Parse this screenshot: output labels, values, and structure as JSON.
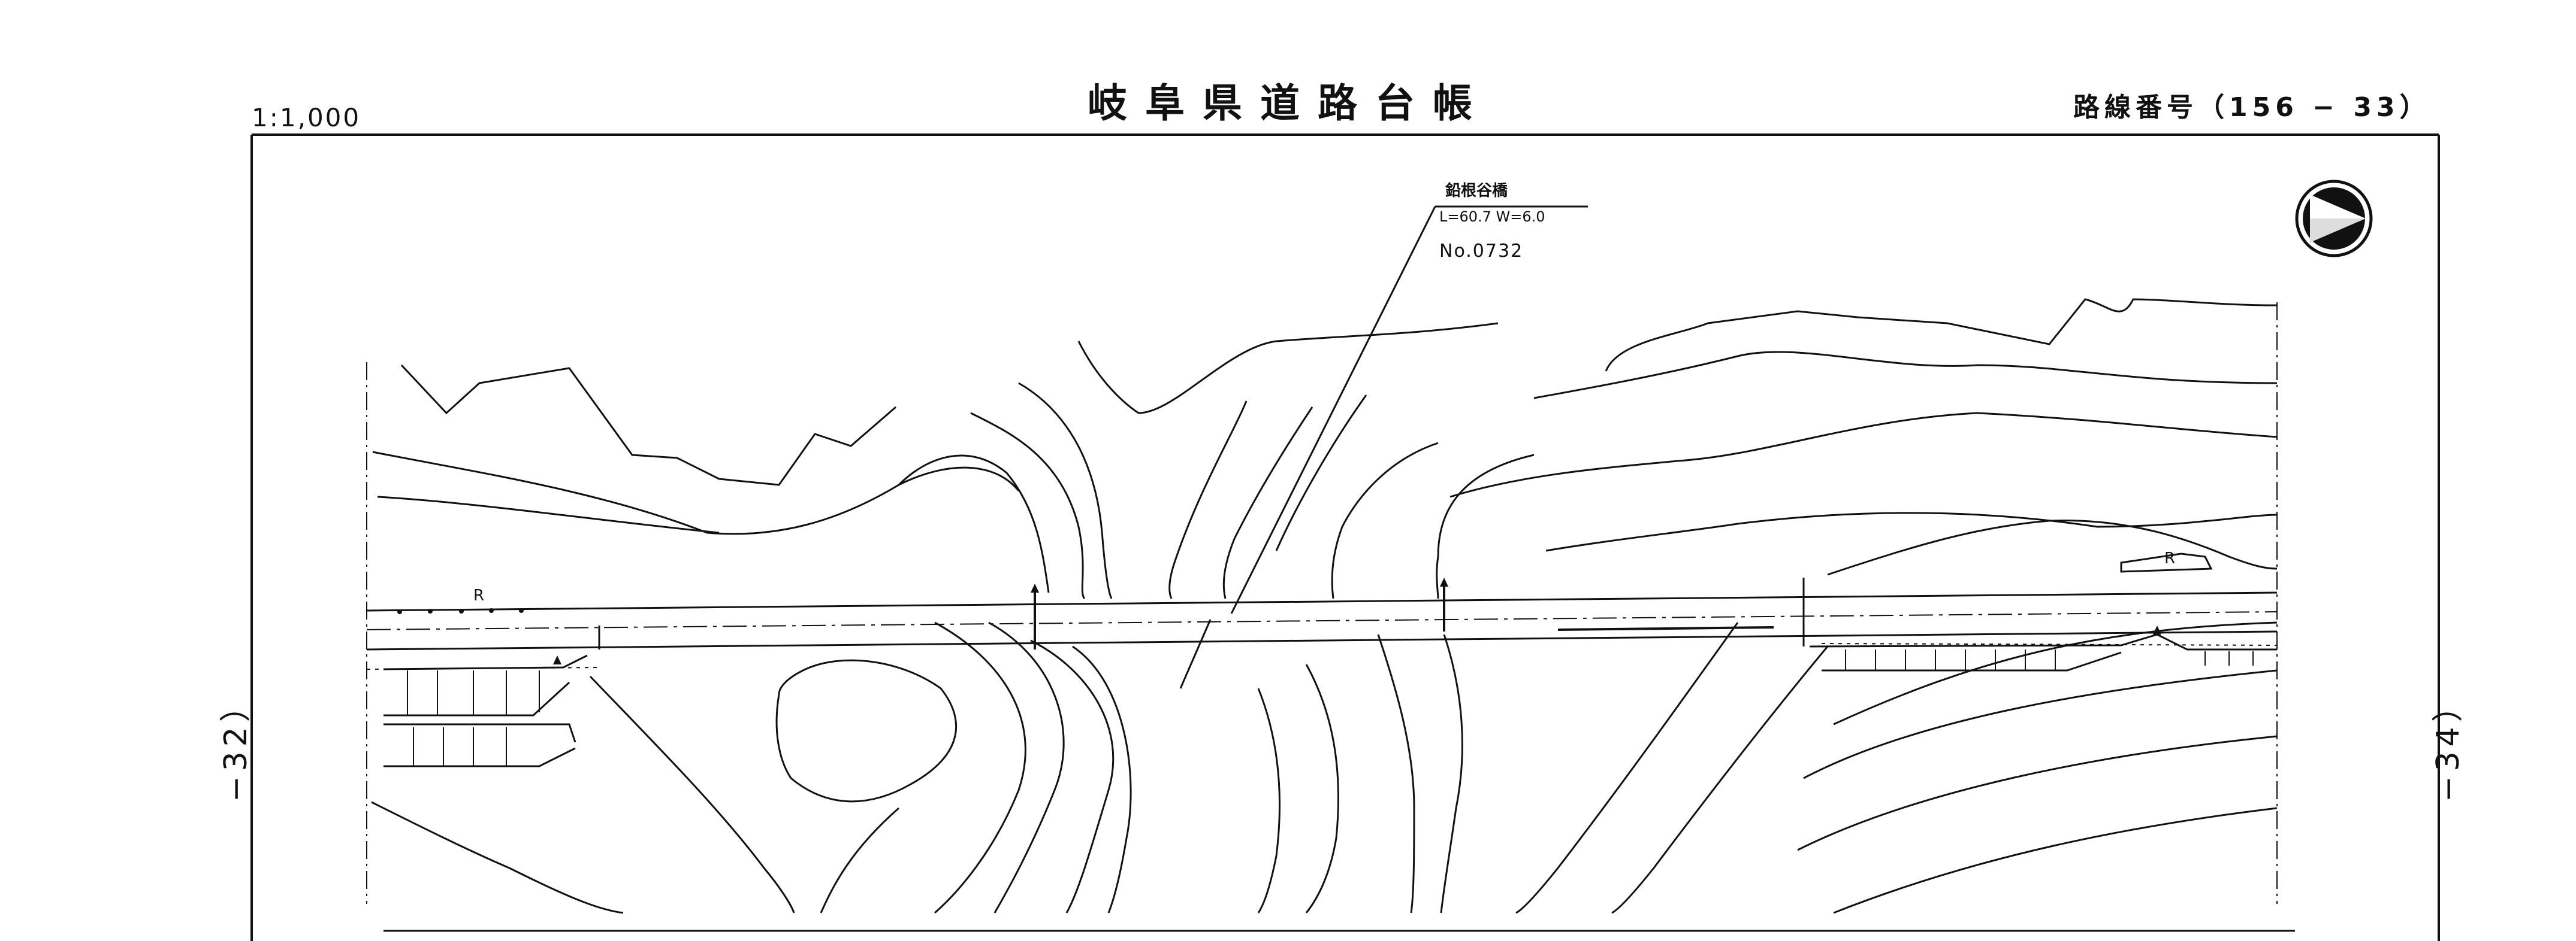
{
  "header": {
    "scale": "1:1,000",
    "title": "岐阜県道路台帳",
    "route_number": "路線番号（156 − 33）"
  },
  "sheet_links": {
    "previous": "−32）",
    "next": "−34）"
  },
  "bridge": {
    "name": "鉛根谷橋",
    "dimensions": "L=60.7 W=6.0",
    "number": "No.0732"
  },
  "road_labels": {
    "west": "R",
    "east": "R"
  },
  "north_arrow_icon": "north-arrow-icon",
  "colors": {
    "ink": "#111111",
    "paper": "#ffffff"
  }
}
